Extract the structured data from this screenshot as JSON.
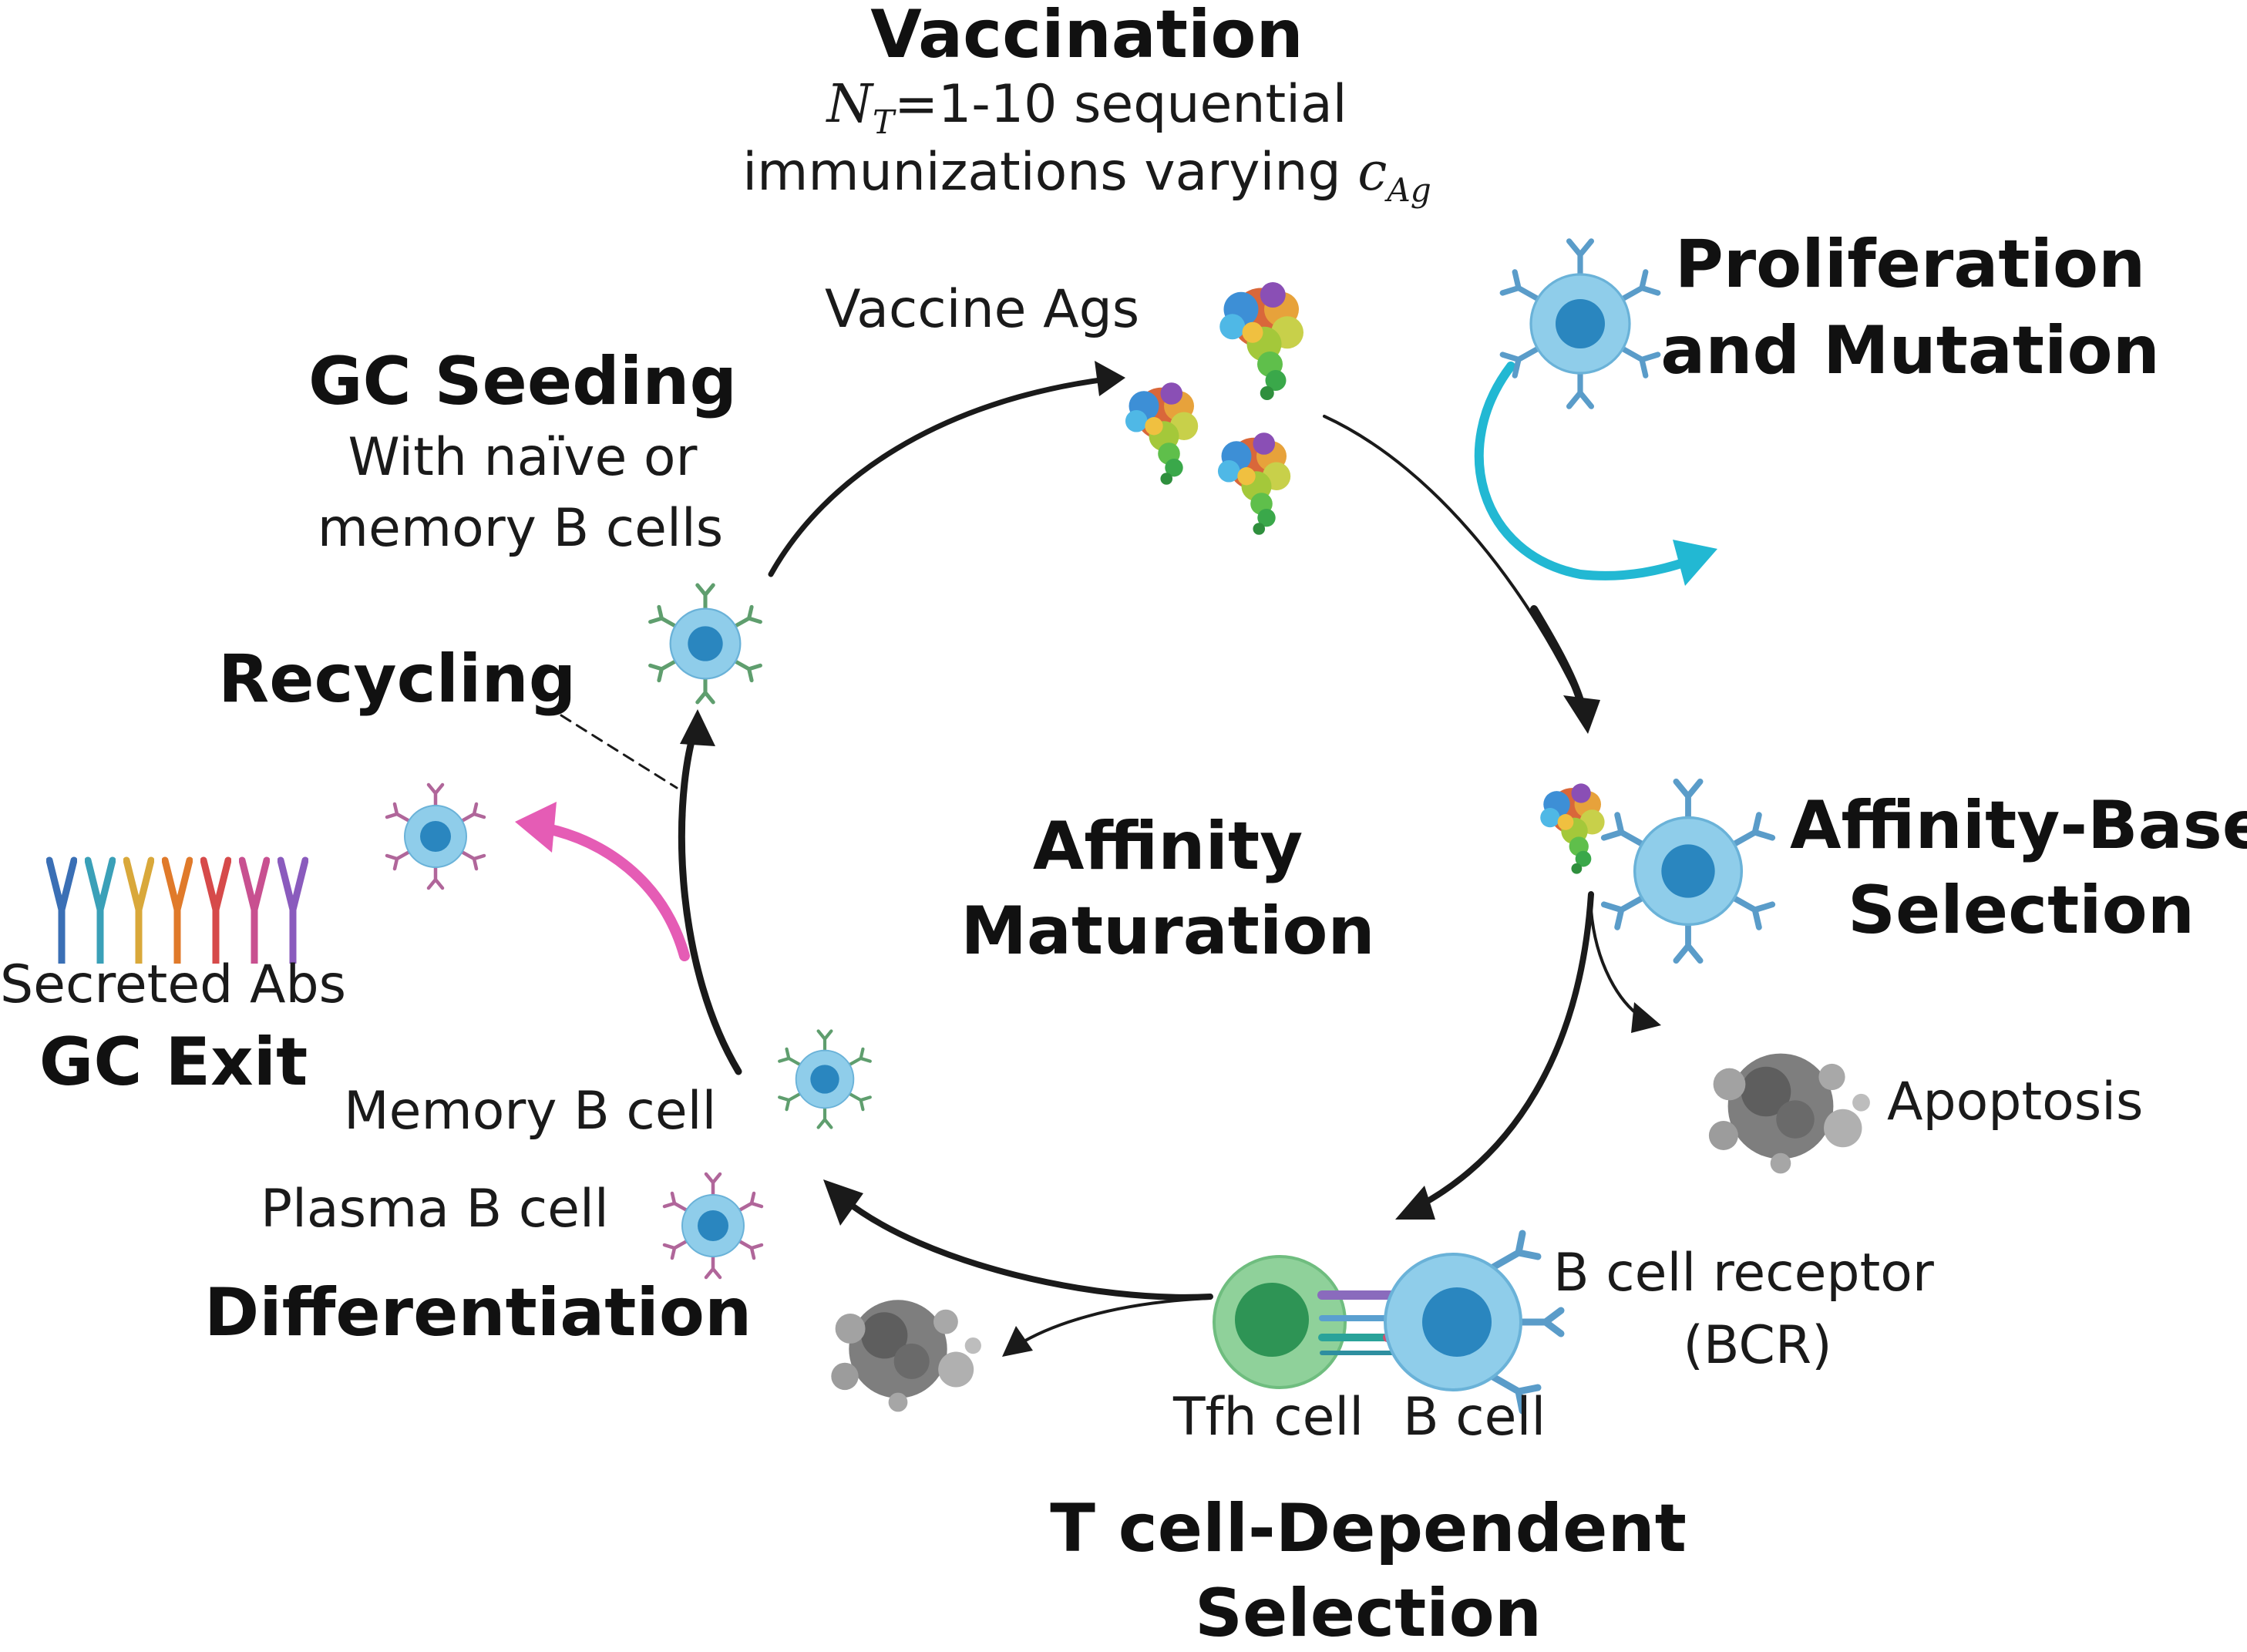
{
  "header": {
    "title": "Vaccination",
    "line1_var": "N",
    "line1_var_sub": "T",
    "line1_rest": "=1-10 sequential",
    "line2_prefix": "immunizations varying ",
    "line2_var": "c",
    "line2_var_sub": "Ag"
  },
  "labels": {
    "vaccine_ags": "Vaccine Ags",
    "prolif_1": "Proliferation",
    "prolif_2": "and Mutation",
    "gc_seeding": "GC Seeding",
    "gc_seeding_sub1": "With naïve or",
    "gc_seeding_sub2": "memory B cells",
    "recycling": "Recycling",
    "secreted_abs": "Secreted Abs",
    "gc_exit": "GC Exit",
    "center_1": "Affinity",
    "center_2": "Maturation",
    "affinity_sel_1": "Affinity-Based",
    "affinity_sel_2": "Selection",
    "apoptosis": "Apoptosis",
    "memory_b": "Memory B cell",
    "plasma_b": "Plasma B cell",
    "differentiation": "Differentiation",
    "bcr_1": "B cell receptor",
    "bcr_2": "(BCR)",
    "tfh": "Tfh cell",
    "b_cell": "B cell",
    "tcell_sel_1": "T cell-Dependent",
    "tcell_sel_2": "Selection"
  },
  "colors": {
    "cell_fill": "#8fcdea",
    "cell_nucleus": "#2a86bf",
    "receptor_blue": "#5a9cc9",
    "receptor_green": "#5f9e6e",
    "receptor_pink": "#b0669a",
    "tfh_fill": "#8fd19a",
    "tfh_nucleus": "#2e9455",
    "arrow_dark": "#1a1a1a",
    "arrow_cyan": "#22b8d3",
    "arrow_pink": "#e55cb5"
  },
  "icons": [
    "b-cell-icon",
    "antigen-protein-icon",
    "apoptotic-cell-icon",
    "tfh-cell-icon",
    "antibody-icon",
    "cycle-arrow-icon"
  ]
}
